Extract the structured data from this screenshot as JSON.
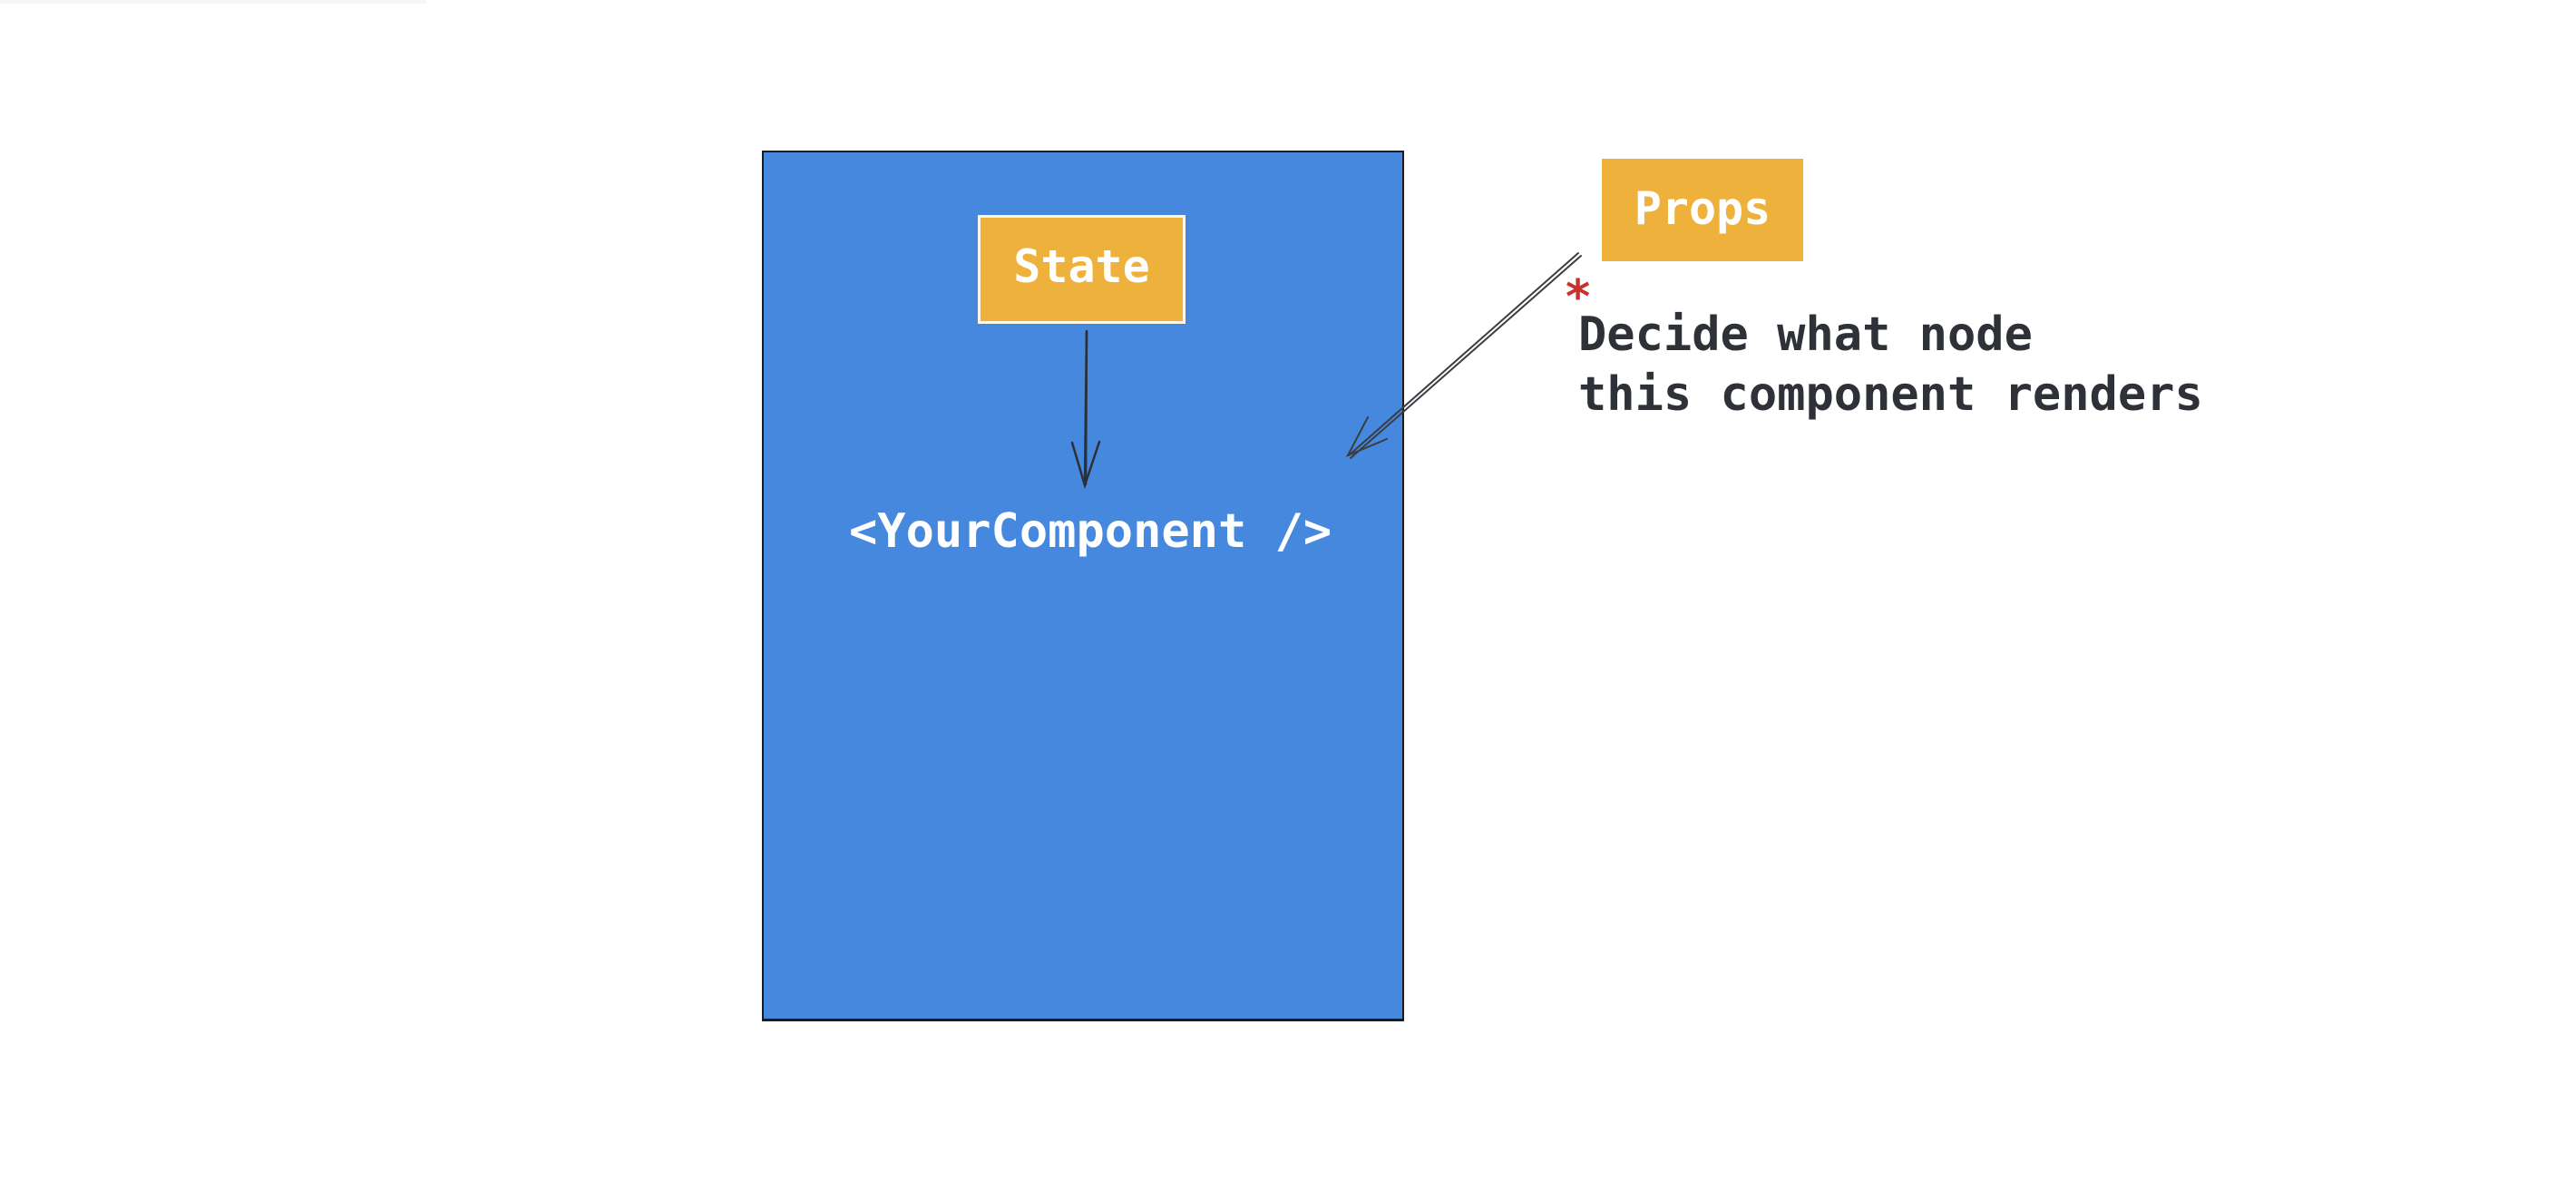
{
  "diagram": {
    "component": {
      "label": "<YourComponent />",
      "fill_color": "#4688de"
    },
    "state": {
      "label": "State",
      "fill_color": "#eeb13c"
    },
    "props": {
      "label": "Props",
      "fill_color": "#eeb13c"
    },
    "note": {
      "marker": "*",
      "marker_color": "#c8312c",
      "line1": "Decide what node",
      "line2": "this component renders"
    },
    "connections": [
      {
        "from": "state",
        "to": "component"
      },
      {
        "from": "props",
        "to": "component"
      }
    ]
  }
}
